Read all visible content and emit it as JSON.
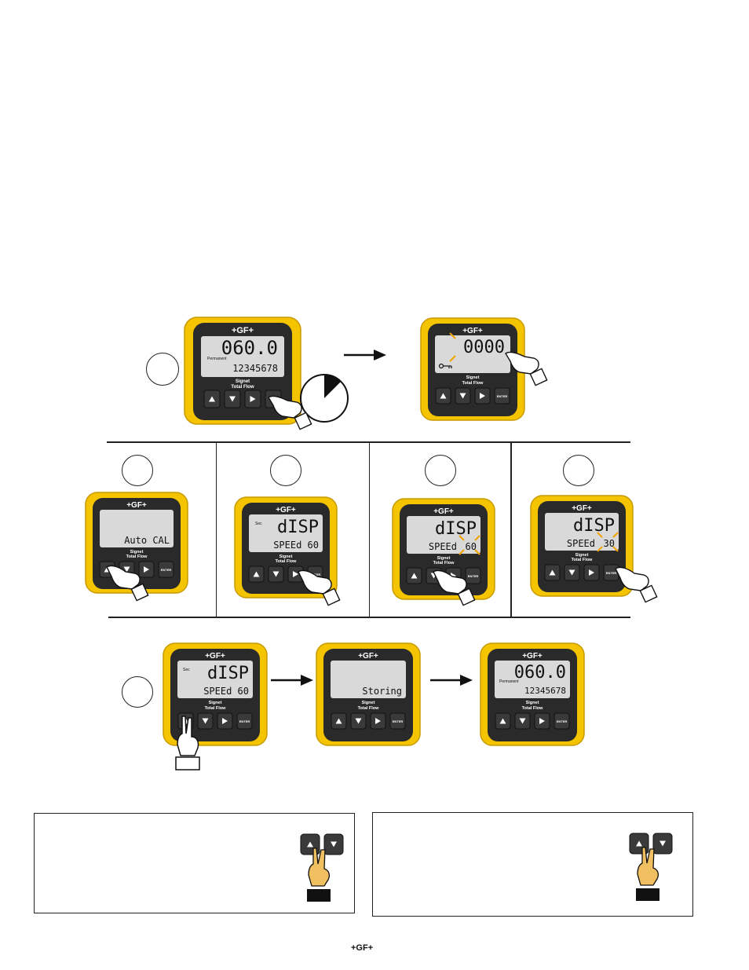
{
  "device": {
    "brand": "+GF+",
    "label_line1": "Signet",
    "label_line2": "Total Flow",
    "enter_label": "ENTER",
    "permanent_label": "Permanent",
    "sec_label": "Sec"
  },
  "screens": {
    "s1_main": "060.0",
    "s1_sub": "12345678",
    "s2_main": "0000",
    "s3_sub": "Auto CAL",
    "s4_main": "dISP",
    "s4_sub": "SPEEd 60",
    "s5_main": "dISP",
    "s5_sub_a": "SPEEd",
    "s5_sub_b": "60",
    "s6_main": "dISP",
    "s6_sub_a": "SPEEd",
    "s6_sub_b": "30",
    "s7_main": "dISP",
    "s7_sub": "SPEEd 60",
    "s8_sub": "Storing",
    "s9_main": "060.0",
    "s9_sub": "12345678"
  },
  "footer": {
    "logo": "+GF+"
  },
  "colors": {
    "yellow": "#f5c400",
    "yellow_edge": "#c79a00",
    "bezel": "#2a2a2a",
    "lcd": "#d9d9d9",
    "hand_skin": "#f0c060",
    "flash": "#f2a200"
  }
}
